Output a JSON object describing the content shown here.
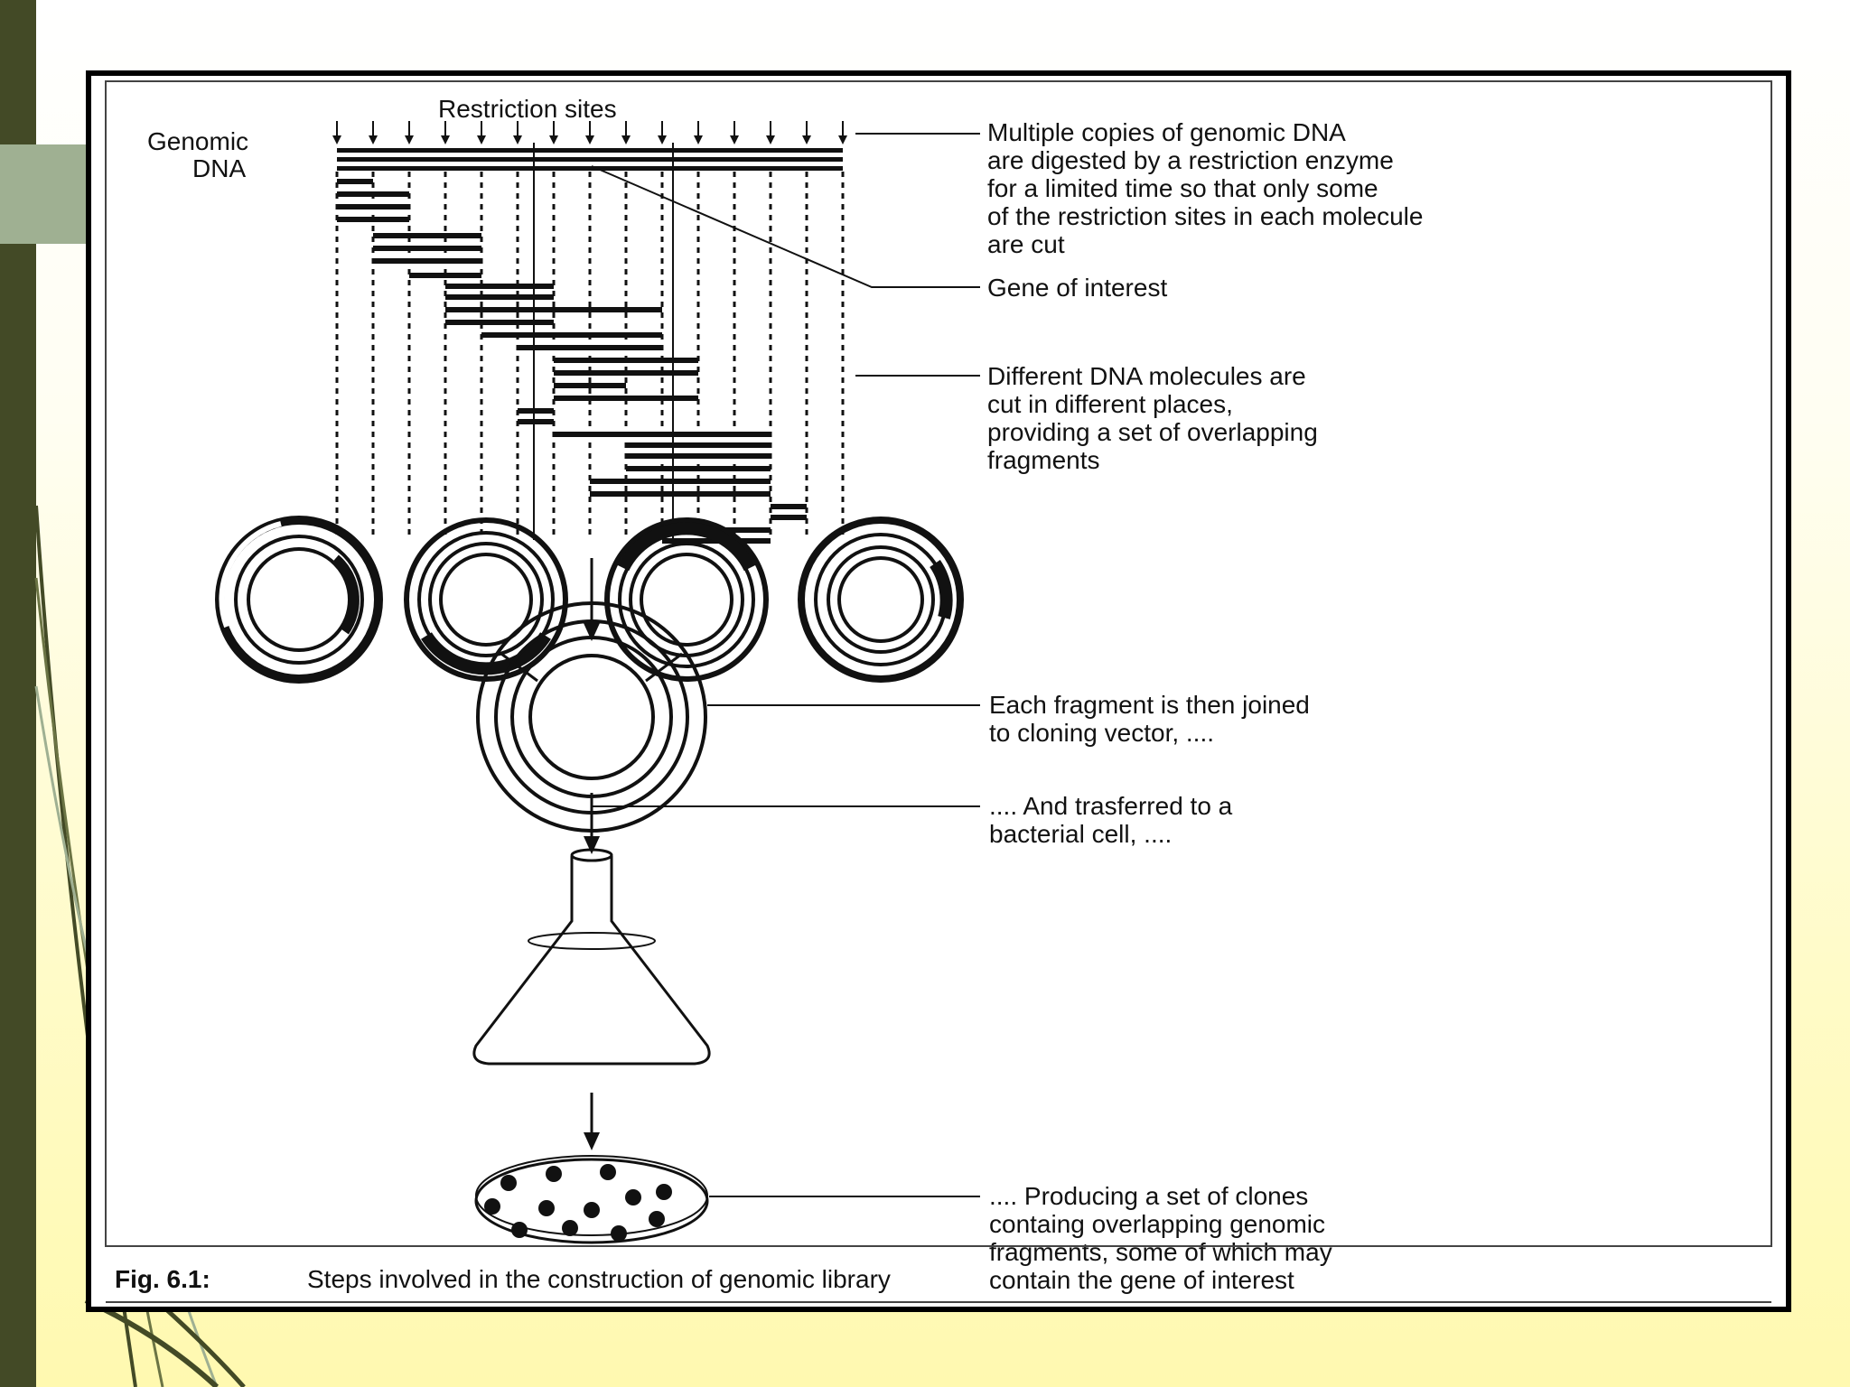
{
  "figure": {
    "restriction_sites_label": "Restriction sites",
    "genomic_dna_label": [
      "Genomic",
      "DNA"
    ],
    "annotations": {
      "digest": [
        "Multiple copies of genomic DNA",
        "are digested by a restriction enzyme",
        "for a limited time so that only some",
        "of the restriction sites in each molecule",
        "are cut"
      ],
      "gene_of_interest": "Gene of interest",
      "different_cuts": [
        "Different DNA molecules are",
        "cut in different places,",
        "providing a set of overlapping",
        "fragments"
      ],
      "joined": [
        "Each fragment is then joined",
        "to cloning vector, ...."
      ],
      "transferred": [
        ".... And trasferred  to a",
        "bacterial cell, ...."
      ],
      "clones": [
        ".... Producing a set of clones",
        "containg overlapping genomic",
        "fragments, some of which may",
        "contain the gene of interest"
      ]
    },
    "caption_number": "Fig. 6.1:",
    "caption_text": "Steps involved in the construction of genomic library"
  }
}
